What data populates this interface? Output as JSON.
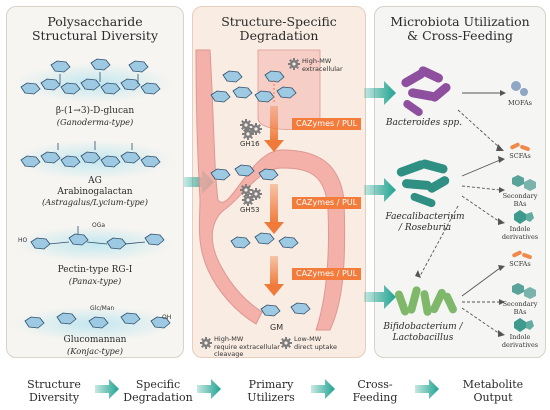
{
  "panels": {
    "structure": {
      "title_line1": "Polysaccharide",
      "title_line2": "Structural Diversity"
    },
    "degradation": {
      "title_line1": "Structure-Specific",
      "title_line2": "Degradation"
    },
    "microbiota": {
      "title_line1": "Microbiota Utilization",
      "title_line2": "& Cross-Feeding"
    }
  },
  "polysaccharides": [
    {
      "name": "β-(1→3)-D-glucan",
      "source": "(Ganoderma-type)"
    },
    {
      "name": "AG",
      "name2": "Arabinogalactan",
      "source": "(Astragalus/Lycium-type)"
    },
    {
      "name": "Pectin-type RG-I",
      "source": "(Panax-type)"
    },
    {
      "name": "Glucomannan",
      "source": "(Konjac-type)"
    }
  ],
  "sugar_labels": {
    "oga": "OGa",
    "glc_man": "Glc/Man",
    "ho": "HO",
    "oh": "OH"
  },
  "degradation": {
    "top_note_line1": "High-MW",
    "top_note_line2": "extracellular",
    "cazy_label": "CAZymes / PUL",
    "gh16": "GH16",
    "gh53": "GH53",
    "gm": "GM",
    "legend_high_line1": "High-MW",
    "legend_high_line2": "require extracellular",
    "legend_high_line3": "cleavage",
    "legend_low_line1": "Low-MW",
    "legend_low_line2": "direct uptake"
  },
  "microbes": [
    {
      "name_line1": "Bacteroides spp.",
      "name_line2": "",
      "color": "#8e4f9e"
    },
    {
      "name_line1": "Faecalibacterium",
      "name_line2": "/ Roseburia",
      "color": "#2f8f83"
    },
    {
      "name_line1": "Bifidobacterium /",
      "name_line2": "Lactobacillus",
      "color": "#7fb86a"
    }
  ],
  "outputs": {
    "mofas": "MOFAs",
    "scfas": "SCFAs",
    "secondary_line1": "Secondary",
    "secondary_line2": "BAs",
    "indole_line1": "Indole",
    "indole_line2": "derivatives"
  },
  "flow": [
    {
      "line1": "Structure",
      "line2": "Diversity"
    },
    {
      "line1": "Specific",
      "line2": "Degradation"
    },
    {
      "line1": "Primary",
      "line2": "Utilizers"
    },
    {
      "line1": "Cross-",
      "line2": "Feeding"
    },
    {
      "line1": "Metabolite",
      "line2": "Output"
    }
  ],
  "colors": {
    "teal_arrow": "#1ea391",
    "orange_arrow": "#f07a3a",
    "sugar_blue": "#9ec9e2",
    "glow": "#bfe6ef",
    "intestine": "#f2a7a0",
    "scfa_orange": "#f08a4b",
    "bile_teal": "#5aa39a",
    "indole_teal": "#3d9a8c"
  }
}
